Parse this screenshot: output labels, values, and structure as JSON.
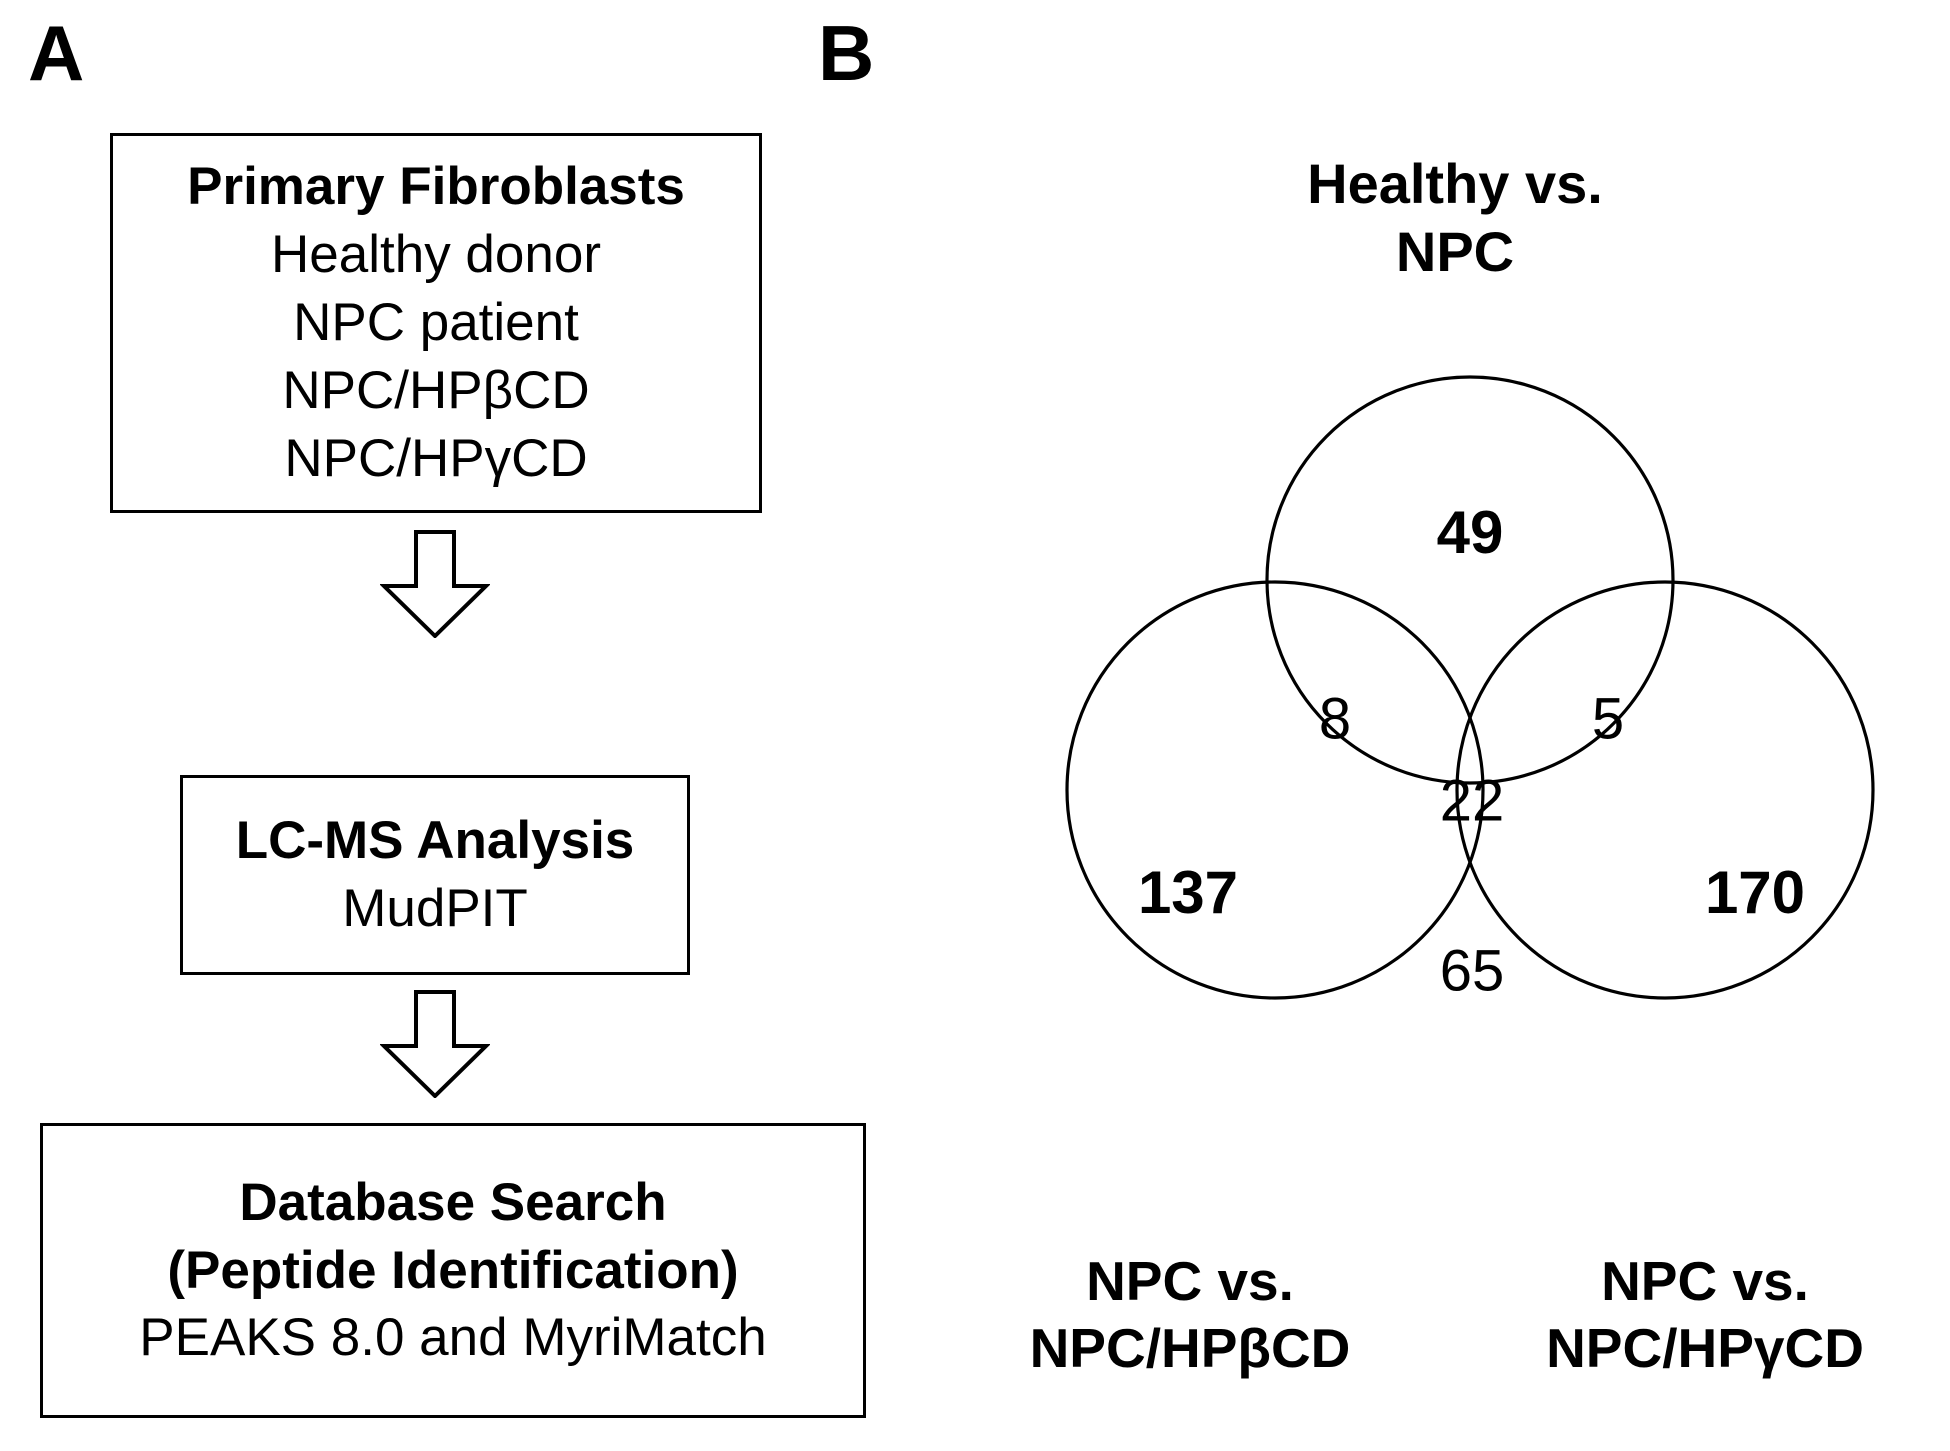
{
  "panels": {
    "a": {
      "letter": "A"
    },
    "b": {
      "letter": "B"
    }
  },
  "flowchart": {
    "boxes": [
      {
        "name": "primary-fibroblasts",
        "lines": [
          {
            "text": "Primary Fibroblasts",
            "bold": true
          },
          {
            "text": "Healthy donor",
            "bold": false
          },
          {
            "text": "NPC patient",
            "bold": false
          },
          {
            "text": "NPC/HPβCD",
            "bold": false
          },
          {
            "text": "NPC/HPγCD",
            "bold": false
          }
        ]
      },
      {
        "name": "lc-ms-analysis",
        "lines": [
          {
            "text": "LC-MS Analysis",
            "bold": true
          },
          {
            "text": "MudPIT",
            "bold": false
          }
        ]
      },
      {
        "name": "database-search",
        "lines": [
          {
            "text": "Database Search",
            "bold": true
          },
          {
            "text": "(Peptide Identification)",
            "bold": true
          },
          {
            "text": "PEAKS 8.0 and MyriMatch",
            "bold": false
          }
        ]
      }
    ],
    "arrows": [
      {
        "name": "arrow-fibroblasts-to-lcms",
        "direction": "down"
      },
      {
        "name": "arrow-lcms-to-database",
        "direction": "down"
      }
    ]
  },
  "venn": {
    "title_lines": [
      "Healthy vs.",
      "NPC"
    ],
    "bottom_left_lines": [
      "NPC vs.",
      "NPC/HPβCD"
    ],
    "bottom_right_lines": [
      "NPC vs.",
      "NPC/HPγCD"
    ]
  },
  "chart_data": {
    "type": "venn",
    "title": "Healthy vs. NPC",
    "sets": [
      {
        "id": "A",
        "label": "Healthy vs. NPC",
        "position": "top"
      },
      {
        "id": "B",
        "label": "NPC vs. NPC/HPβCD",
        "position": "bottom-left"
      },
      {
        "id": "C",
        "label": "NPC vs. NPC/HPγCD",
        "position": "bottom-right"
      }
    ],
    "regions": [
      {
        "id": "A",
        "label": "Healthy vs. NPC only",
        "value": 49,
        "emphasis": "bold"
      },
      {
        "id": "B",
        "label": "NPC vs. NPC/HPβCD only",
        "value": 137,
        "emphasis": "bold"
      },
      {
        "id": "C",
        "label": "NPC vs. NPC/HPγCD only",
        "value": 170,
        "emphasis": "bold"
      },
      {
        "id": "AB",
        "label": "A ∩ B",
        "value": 8,
        "emphasis": "normal"
      },
      {
        "id": "AC",
        "label": "A ∩ C",
        "value": 5,
        "emphasis": "normal"
      },
      {
        "id": "BC",
        "label": "B ∩ C",
        "value": 65,
        "emphasis": "normal"
      },
      {
        "id": "ABC",
        "label": "A ∩ B ∩ C",
        "value": 22,
        "emphasis": "normal"
      }
    ],
    "units": "proteins",
    "grid": false,
    "legend": "none"
  },
  "colors": {
    "stroke": "#000000",
    "background": "#ffffff"
  }
}
